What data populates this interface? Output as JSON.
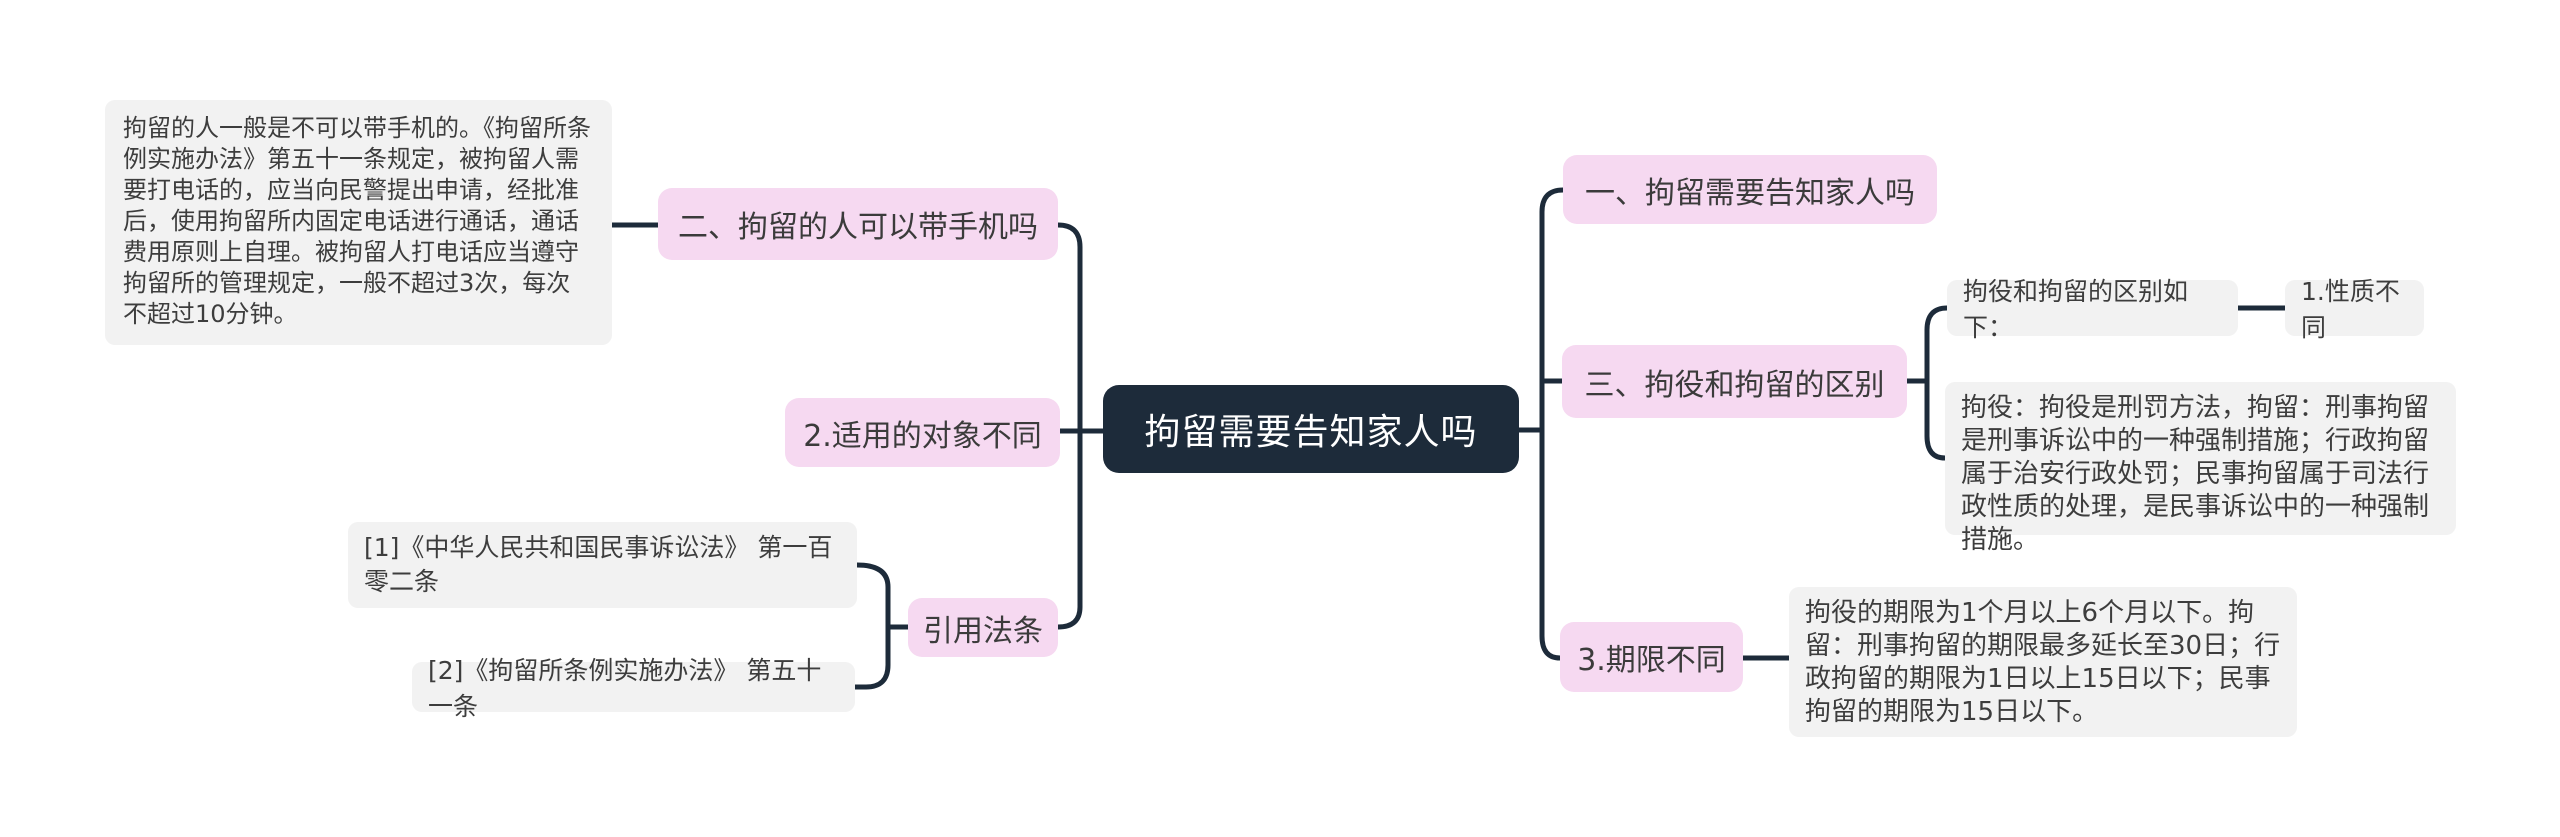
{
  "palette": {
    "canvas_bg": "#ffffff",
    "root_bg": "#1d2b3a",
    "root_text": "#ffffff",
    "branch_bg": "#f6d9f1",
    "branch_text": "#3b3b3b",
    "note_bg": "#f2f2f2",
    "note_text": "#3d3d3d",
    "connector": "#1d2b3a"
  },
  "root": {
    "label": "拘留需要告知家人吗"
  },
  "left_branches": {
    "phone": {
      "label": "二、拘留的人可以带手机吗",
      "note": "拘留的人一般是不可以带手机的。《拘留所条例实施办法》第五十一条规定，被拘留人需要打电话的，应当向民警提出申请，经批准后，使用拘留所内固定电话进行通话，通话费用原则上自理。被拘留人打电话应当遵守拘留所的管理规定，一般不超过3次，每次不超过10分钟。"
    },
    "target": {
      "label": "2.适用的对象不同"
    },
    "citations": {
      "label": "引用法条",
      "items": [
        {
          "label": "[1]《中华人民共和国民事诉讼法》 第一百零二条"
        },
        {
          "label": "[2]《拘留所条例实施办法》 第五十一条"
        }
      ]
    }
  },
  "right_branches": {
    "notify": {
      "label": "一、拘留需要告知家人吗"
    },
    "difference": {
      "label": "三、拘役和拘留的区别",
      "intro": "拘役和拘留的区别如下：",
      "nature": "1.性质不同",
      "detail": "拘役：拘役是刑罚方法，拘留：刑事拘留是刑事诉讼中的一种强制措施；行政拘留属于治安行政处罚；民事拘留属于司法行政性质的处理，是民事诉讼中的一种强制措施。"
    },
    "duration": {
      "label": "3.期限不同",
      "detail": "拘役的期限为1个月以上6个月以下。拘留：刑事拘留的期限最多延长至30日；行政拘留的期限为1日以上15日以下；民事拘留的期限为15日以下。"
    }
  }
}
